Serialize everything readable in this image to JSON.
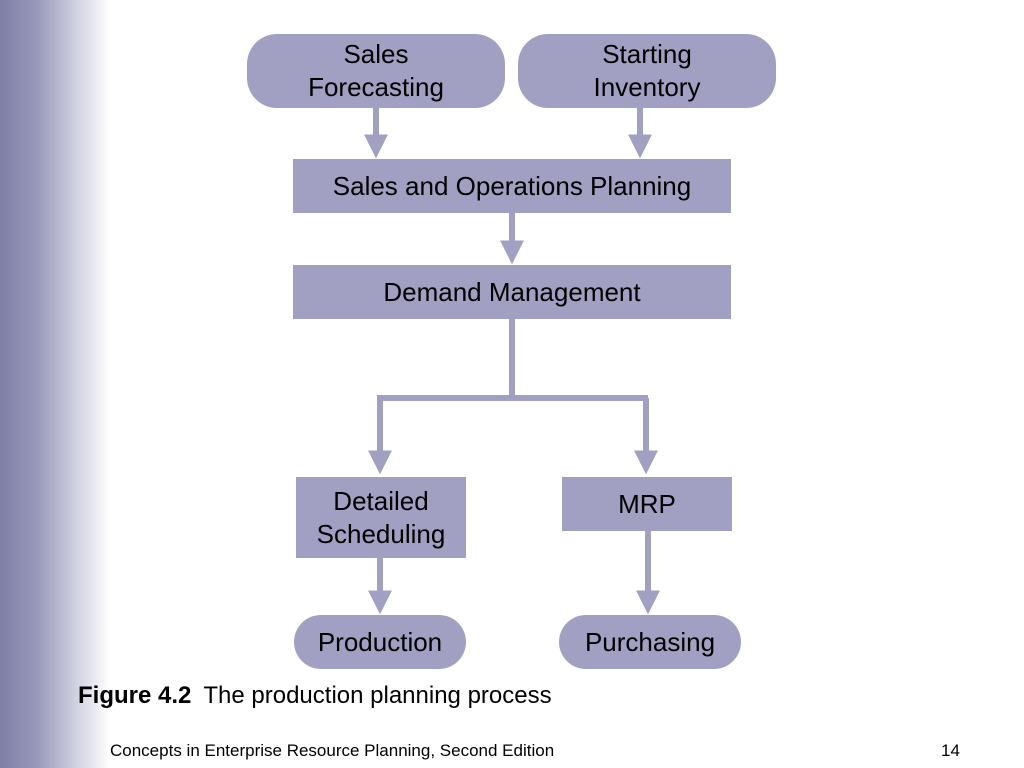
{
  "nodes": {
    "sales_forecasting": "Sales\nForecasting",
    "starting_inventory": "Starting\nInventory",
    "sop": "Sales and Operations Planning",
    "demand_management": "Demand Management",
    "detailed_scheduling": "Detailed\nScheduling",
    "mrp": "MRP",
    "production": "Production",
    "purchasing": "Purchasing"
  },
  "caption": {
    "figure": "Figure 4.2",
    "text": "The production planning process"
  },
  "footer": {
    "text": "Concepts in Enterprise Resource Planning, Second Edition",
    "page": "14"
  },
  "colors": {
    "node_fill": "#a2a0c2",
    "connector": "#a2a0c2",
    "sidebar_dark": "#7e7ea6"
  }
}
